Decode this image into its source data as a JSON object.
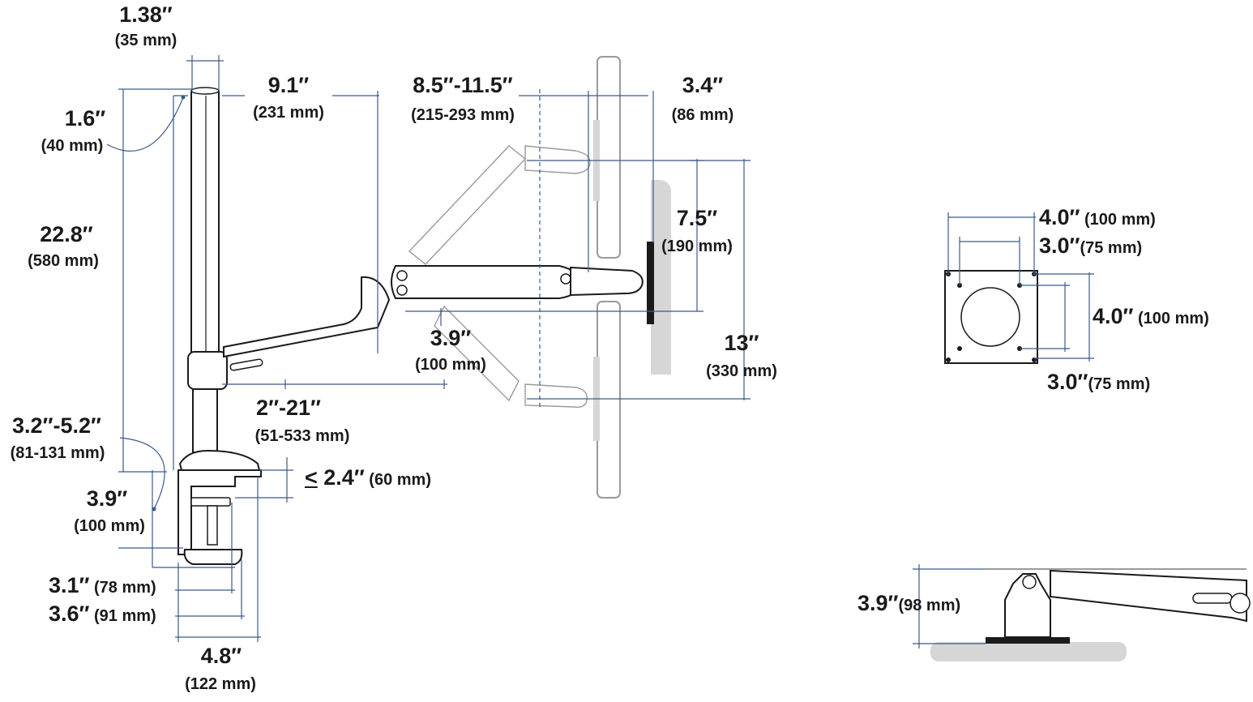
{
  "dimensions": {
    "pole_width": {
      "value": "1.38″",
      "metric": "(35 mm)"
    },
    "pole_top_offset": {
      "value": "1.6″",
      "metric": "(40 mm)"
    },
    "pole_height": {
      "value": "22.8″",
      "metric": "(580 mm)"
    },
    "lower_arm_reach": {
      "value": "9.1″",
      "metric": "(231 mm)"
    },
    "upper_arm_reach": {
      "value": "8.5″-11.5″",
      "metric": "(215-293 mm)"
    },
    "tilt_depth": {
      "value": "3.4″",
      "metric": "(86 mm)"
    },
    "tilt_vertical": {
      "value": "7.5″",
      "metric": "(190 mm)"
    },
    "lift_range": {
      "value": "13″",
      "metric": "(330 mm)"
    },
    "arm_offset": {
      "value": "3.9″",
      "metric": "(100 mm)"
    },
    "pole_to_arm": {
      "value": "2″-21″",
      "metric": "(51-533 mm)"
    },
    "clamp_range": {
      "value": "3.2″-5.2″",
      "metric": "(81-131 mm)"
    },
    "desk_thickness": {
      "prefix": "<",
      "value": " 2.4″",
      "metric": " (60 mm)"
    },
    "clamp_height": {
      "value": "3.9″",
      "metric": "(100 mm)"
    },
    "clamp_pad_1": {
      "value": "3.1″",
      "metric": " (78 mm)"
    },
    "clamp_pad_2": {
      "value": "3.6″",
      "metric": " (91 mm)"
    },
    "base_width": {
      "value": "4.8″",
      "metric": "(122 mm)"
    },
    "vesa_outer_w": {
      "value": "4.0″",
      "metric": " (100 mm)"
    },
    "vesa_inner_w": {
      "value": "3.0″",
      "metric": "(75 mm)"
    },
    "vesa_outer_h": {
      "value": "4.0″",
      "metric": " (100 mm)"
    },
    "vesa_inner_h": {
      "value": "3.0″",
      "metric": "(75 mm)"
    },
    "grommet_height": {
      "value": "3.9″",
      "metric": "(98 mm)"
    }
  },
  "colors": {
    "dimension_line": "#3b5a8c",
    "outline": "#1a1a1a",
    "ghost_outline": "#9a9a9a",
    "shade": "#d6d6d6"
  }
}
